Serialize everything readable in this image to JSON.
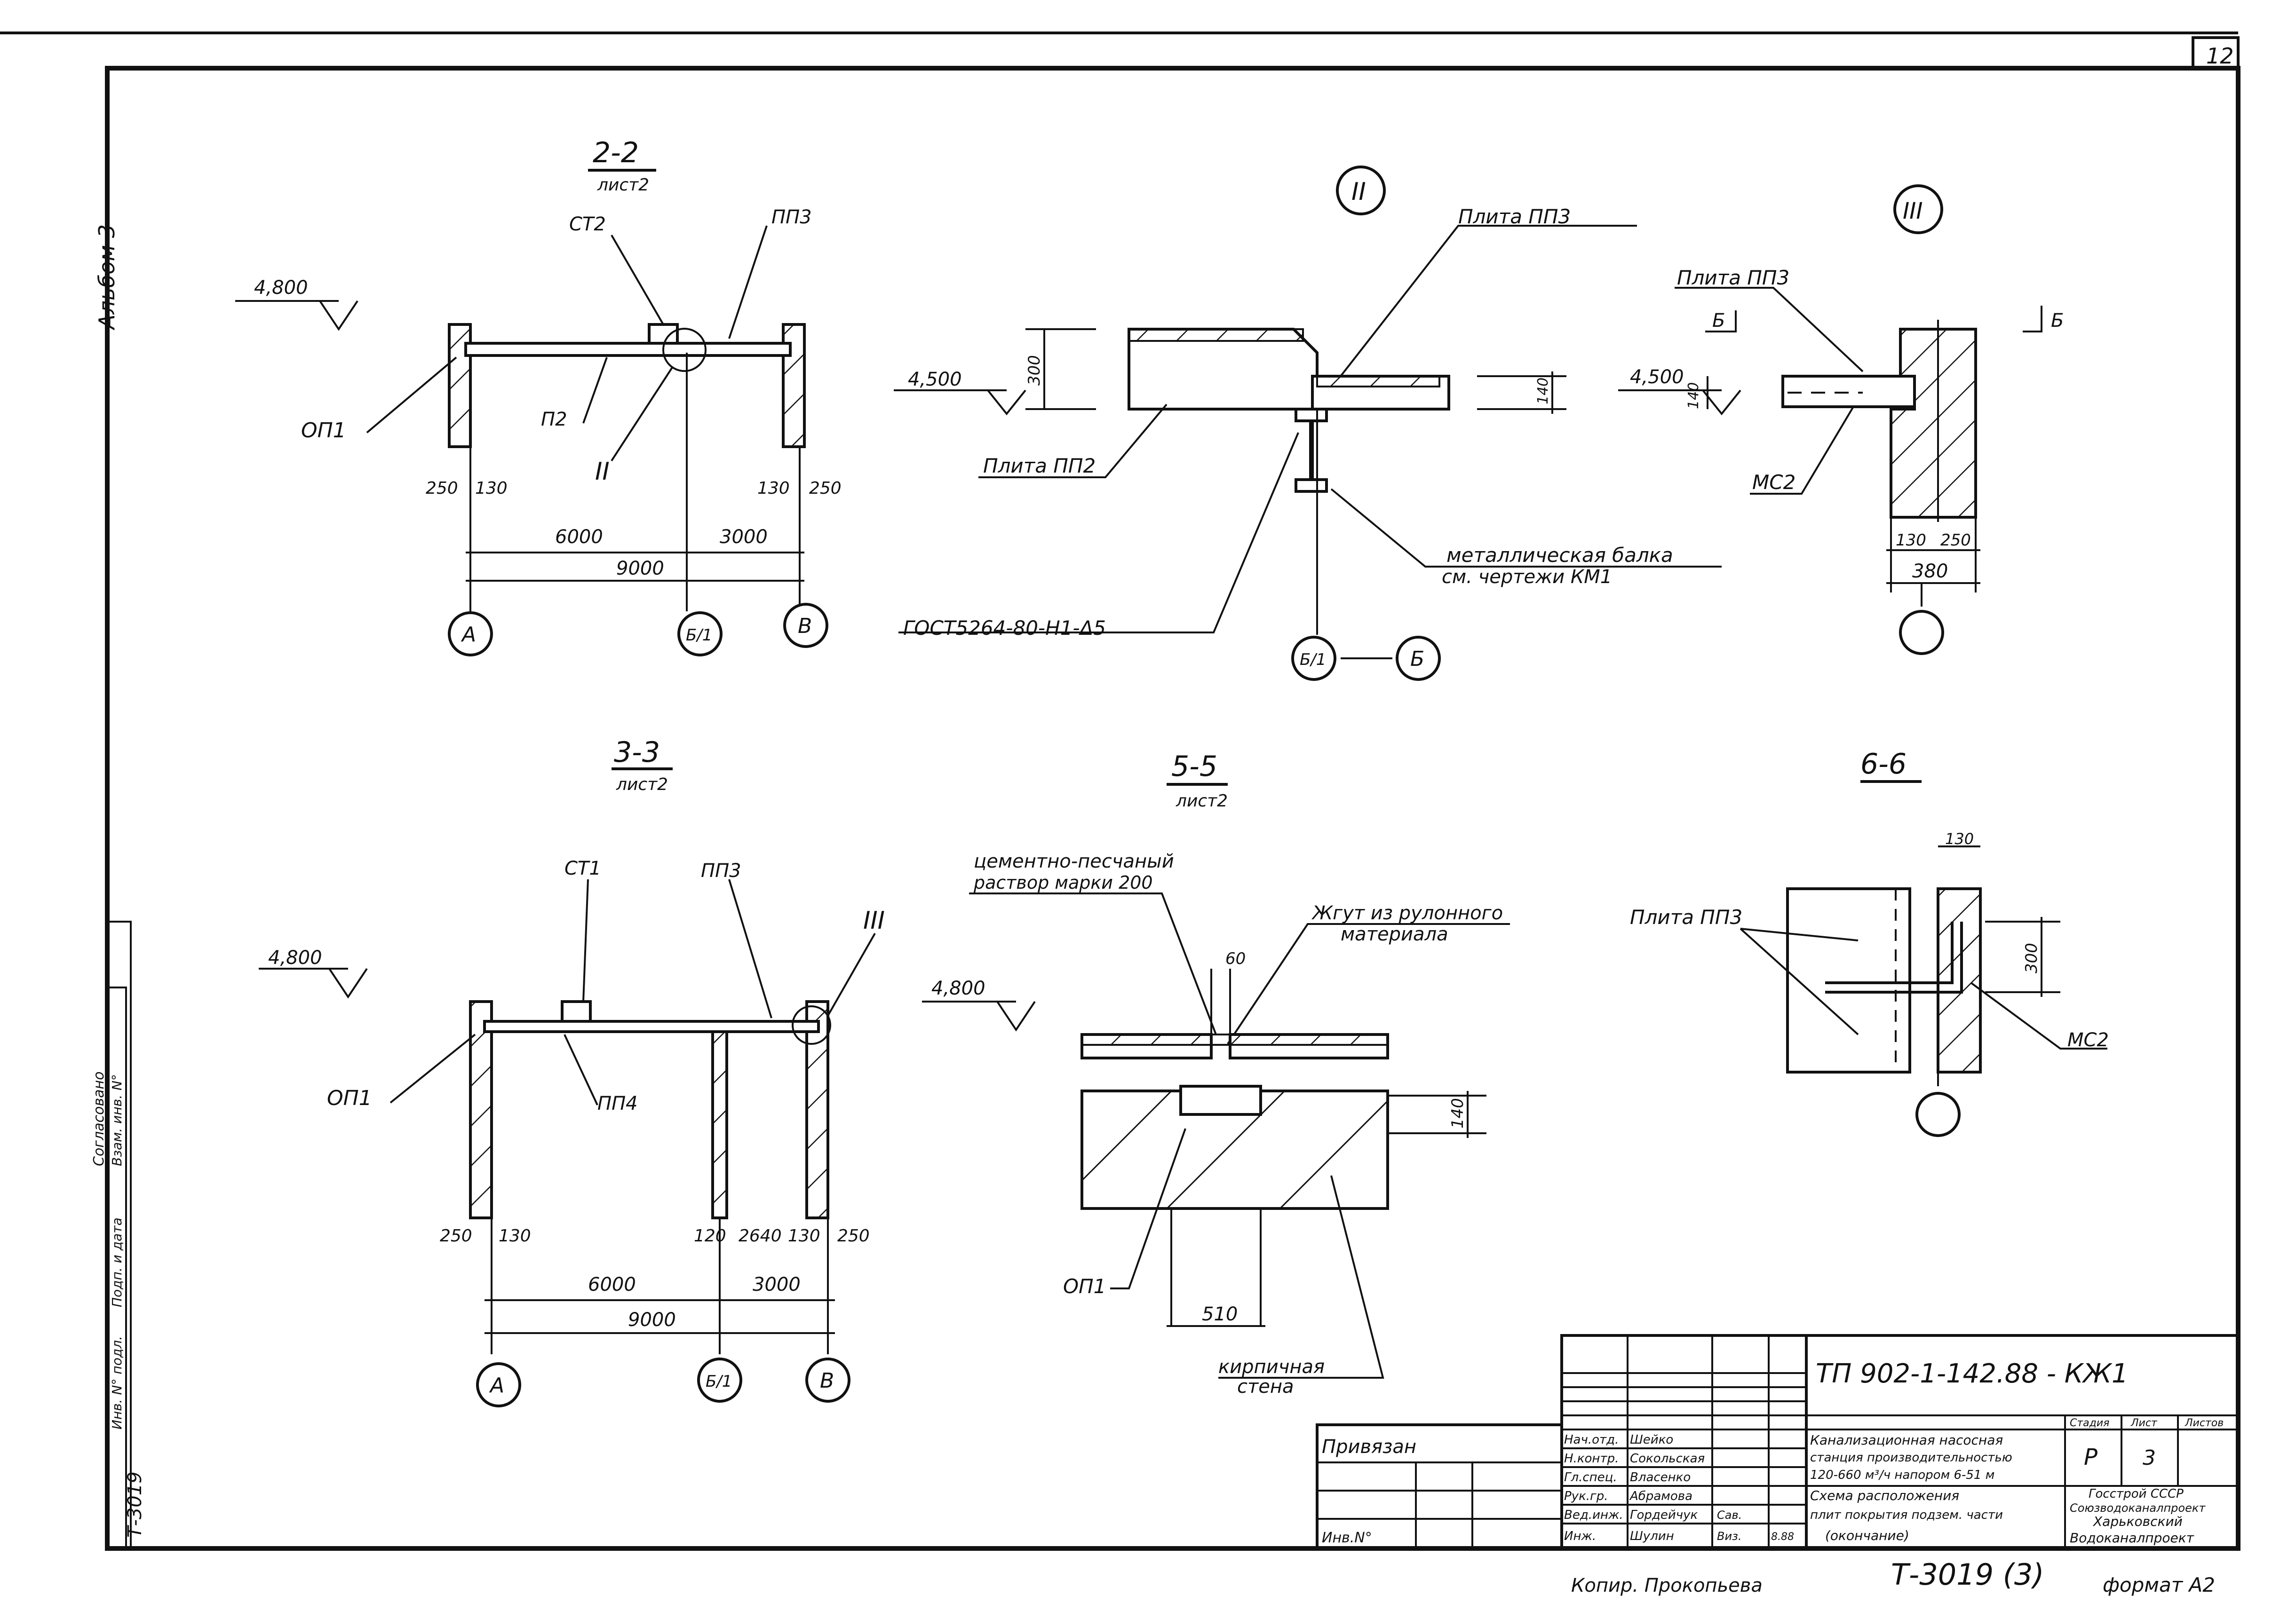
{
  "sheet": {
    "page_number": "12",
    "album_side": "Альбом 3",
    "copier": "Копир. Прокопьева",
    "format": "формат А2",
    "archive_no": "Т-3019 (3)"
  },
  "views": {
    "s22": {
      "title": "2-2",
      "ref": "лист2",
      "elev": "4,800",
      "labels": [
        "СТ2",
        "ПП3",
        "ОП1",
        "П2",
        "II"
      ],
      "dims_small": [
        "250",
        "130",
        "130",
        "250"
      ],
      "dims": [
        "6000",
        "3000",
        "9000"
      ],
      "axes": [
        "А",
        "Б/1",
        "В"
      ]
    },
    "d2": {
      "title": "II",
      "elev": "4,500",
      "dim_h": "300",
      "dim_h2": "140",
      "slab_left": "Плита ПП2",
      "slab_right": "Плита ПП3",
      "beam_note": "металлическая балка",
      "beam_note2": "см. чертежи КМ1",
      "weld": "ГОСТ5264-80-Н1-Δ5",
      "axis_a": "Б/1",
      "axis_b": "Б"
    },
    "d3": {
      "title": "III",
      "slab": "Плита ПП3",
      "cut": "Б",
      "elev": "4,500",
      "dim_h": "140",
      "part": "МС2",
      "dims_small": [
        "130",
        "250"
      ],
      "dim_total": "380"
    },
    "s33": {
      "title": "3-3",
      "ref": "лист2",
      "elev": "4,800",
      "labels": [
        "СТ1",
        "ПП3",
        "III",
        "ОП1",
        "ПП4"
      ],
      "dims_small": [
        "250",
        "130",
        "120",
        "2640",
        "130",
        "250"
      ],
      "dims": [
        "6000",
        "3000",
        "9000"
      ],
      "axes": [
        "А",
        "Б/1",
        "В"
      ]
    },
    "s55": {
      "title": "5-5",
      "ref": "лист2",
      "elev": "4,800",
      "mortar1": "цементно-песчаный",
      "mortar2": "раствор марки 200",
      "tow1": "Жгут из рулонного",
      "tow2": "материала",
      "dim_top": "60",
      "dim_h": "140",
      "part": "ОП1",
      "dim_w": "510",
      "wall1": "кирпичная",
      "wall2": "стена"
    },
    "s66": {
      "title": "6-6",
      "slab": "Плита ПП3",
      "dim_top": "130",
      "dim_h": "300",
      "part": "МС2"
    }
  },
  "stamp": {
    "doc_code": "ТП 902-1-142.88 - КЖ1",
    "privyazan": "Привязан",
    "inv": "Инв.N°",
    "roles": [
      "Нач.отд.",
      "Н.контр.",
      "Гл.спец.",
      "Рук.гр.",
      "Вед.инж.",
      "Инж."
    ],
    "names": [
      "Шейко",
      "Сокольская",
      "Власенко",
      "Абрамова",
      "Гордейчук",
      "Шулин"
    ],
    "extra": [
      "",
      "",
      "",
      "",
      "Сав.",
      "Виз."
    ],
    "date": "8.88",
    "title_lines": [
      "Канализационная насосная",
      "станция производительностью",
      "120-660 м³/ч напором 6-51 м"
    ],
    "sheet_title": [
      "Схема расположения",
      "плит покрытия подзем. части",
      "(окончание)"
    ],
    "col_stage": "Стадия",
    "col_sheet": "Лист",
    "col_sheets": "Листов",
    "stage": "Р",
    "sheet_no": "3",
    "org": [
      "Госстрой СССР",
      "Союзводоканалпроект",
      "Харьковский",
      "Водоканалпроект"
    ]
  },
  "margin_stamp": [
    "Согласовано",
    "Взам. инв. N°",
    "Подп. и дата",
    "Инв. N° подл.",
    "Т-3019"
  ]
}
